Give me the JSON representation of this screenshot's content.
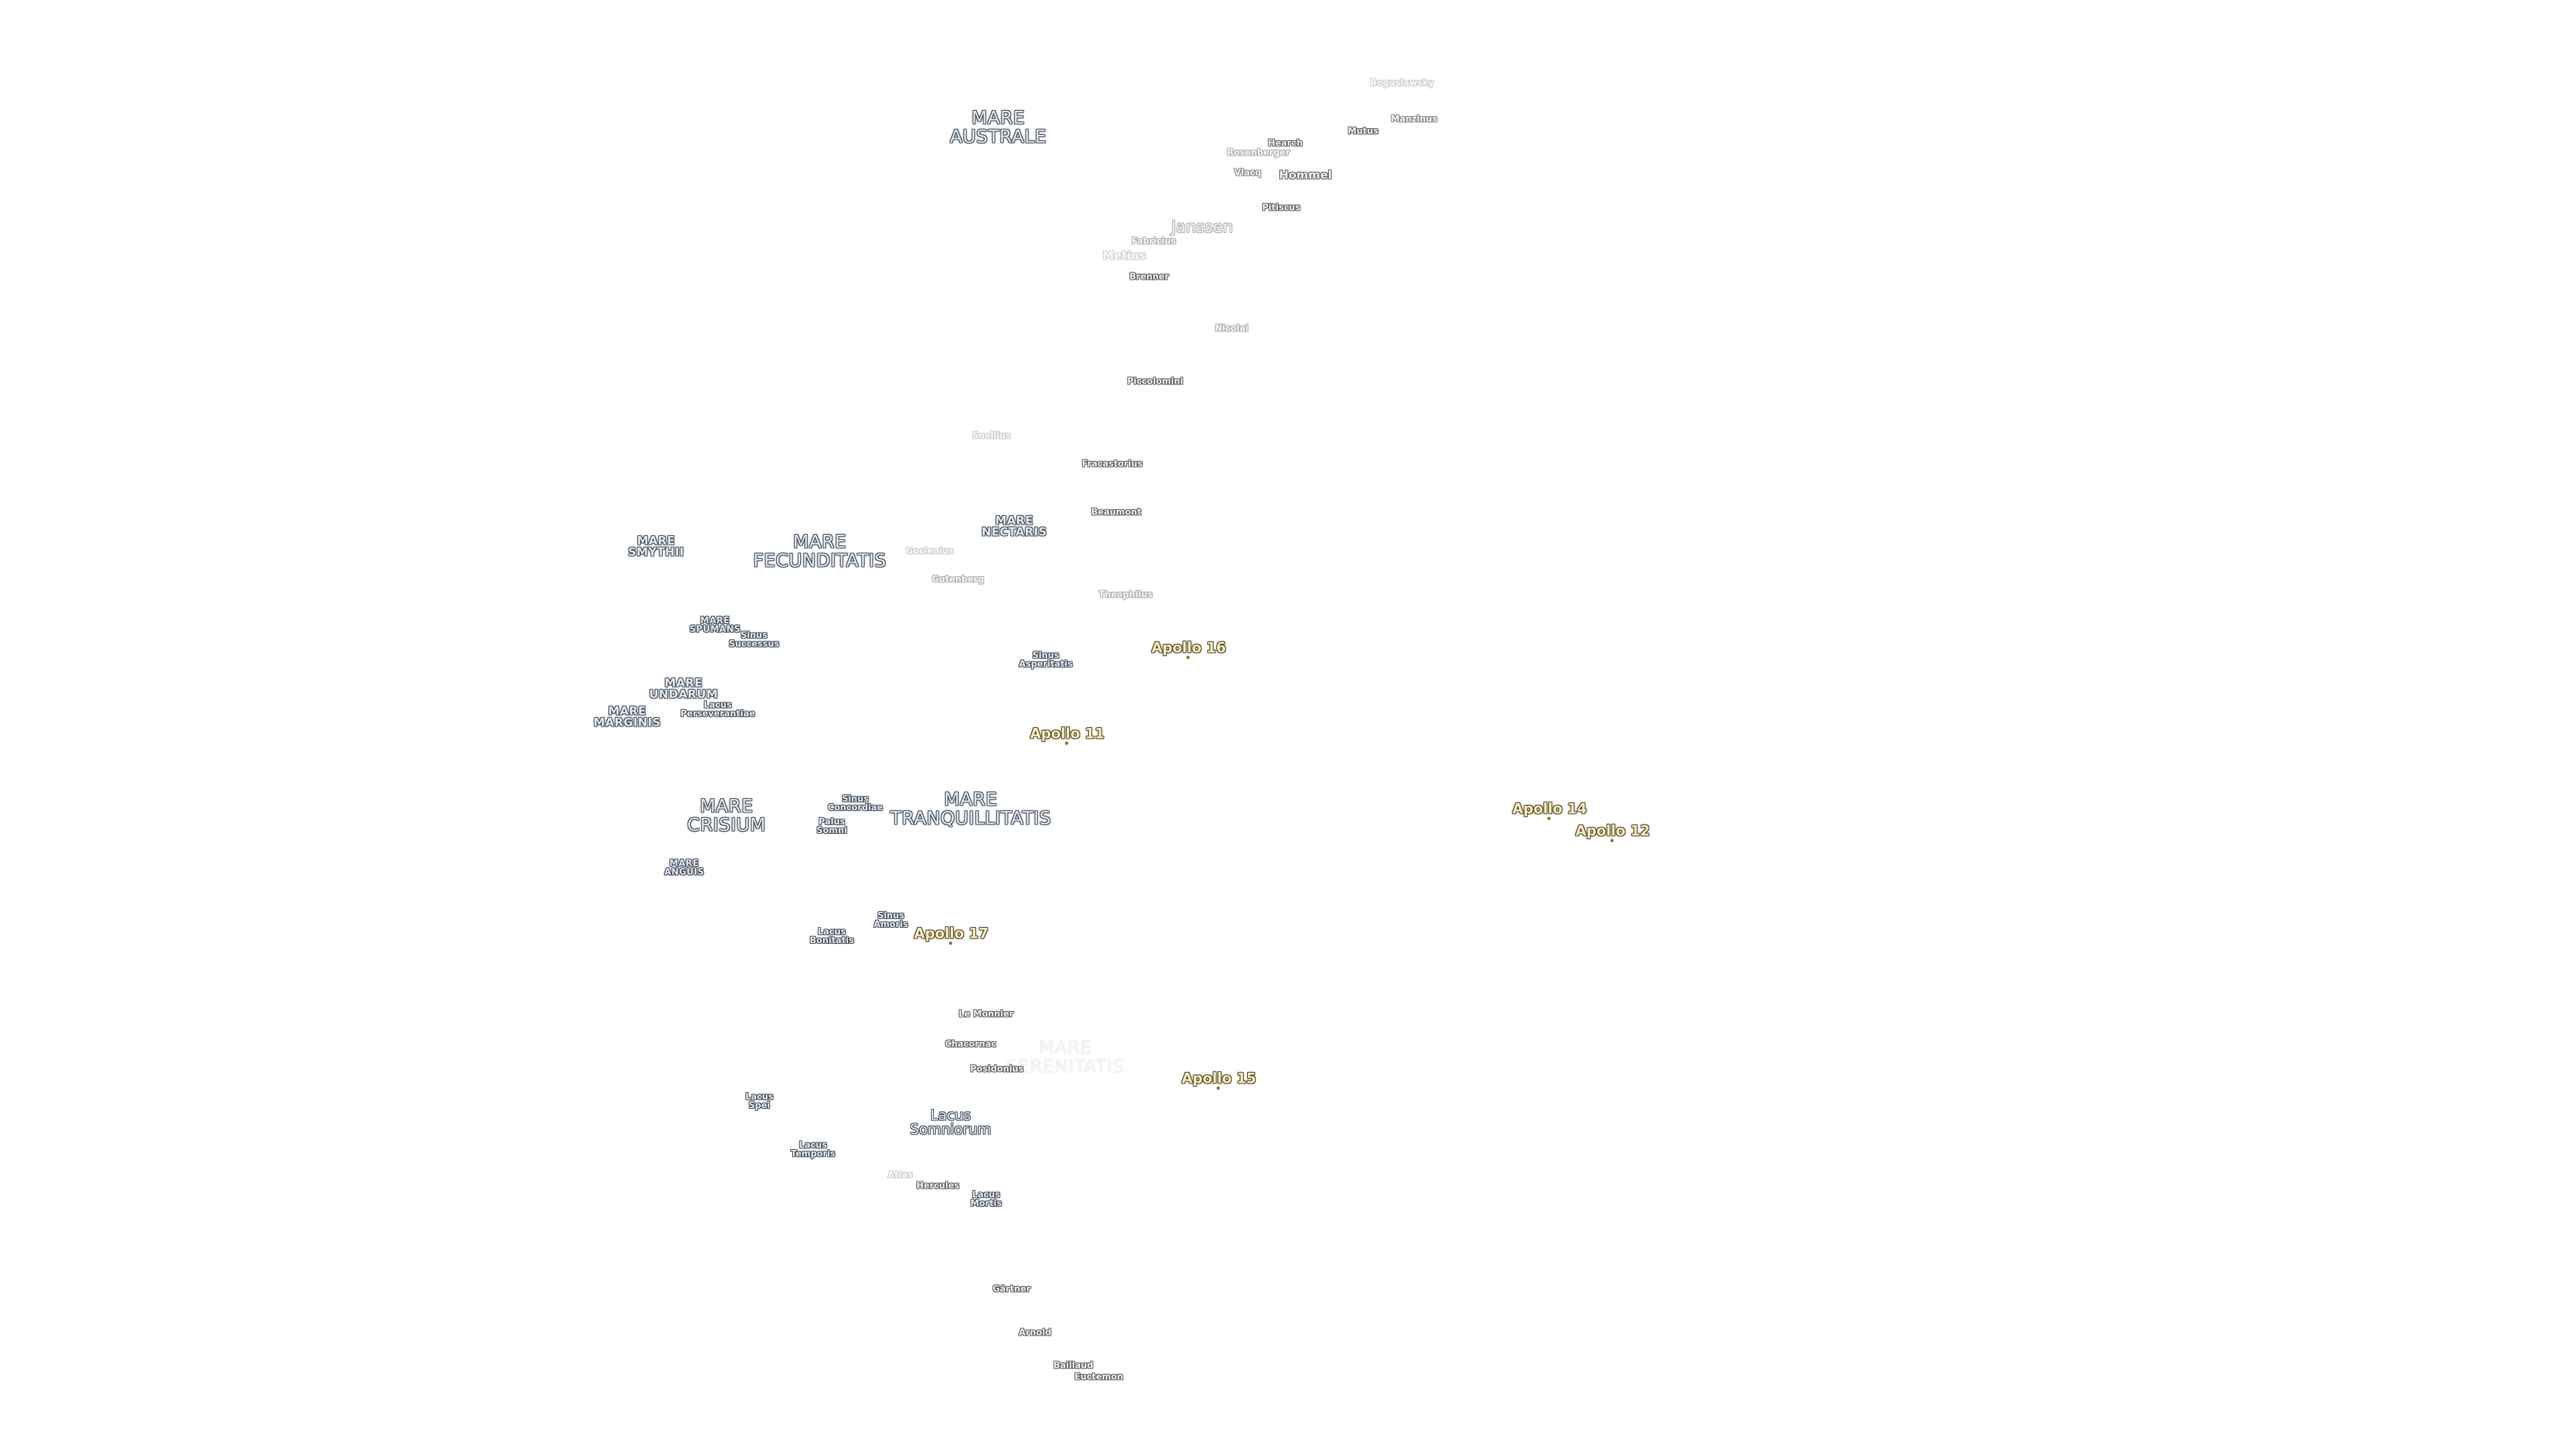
{
  "labels": {
    "mare_australe": "MARE\nAUSTRALE",
    "mare_smythii": "MARE\nSMYTHII",
    "mare_fecunditatis": "MARE\nFECUNDITATIS",
    "mare_nectaris": "MARE\nNECTARIS",
    "mare_spumans": "MARE\nSPUMANS",
    "mare_undarum": "MARE\nUNDARUM",
    "mare_marginis": "MARE\nMARGINIS",
    "mare_crisium": "MARE\nCRISIUM",
    "mare_tranquillitatis": "MARE\nTRANQUILLITATIS",
    "mare_anguis": "MARE\nANGUIS",
    "mare_serenitatis": "MARE\nSERENITATIS",
    "sinus_successus": "Sinus\nSuccessus",
    "lacus_perseverantiae": "Lacus\nPerseverantiae",
    "sinus_asperitatis": "Sinus\nAsperitatis",
    "sinus_concordiae": "Sinus\nConcordiae",
    "palus_somni": "Palus\nSomni",
    "sinus_amoris": "Sinus\nAmoris",
    "lacus_bonitatis": "Lacus\nBonitatis",
    "lacus_spei": "Lacus\nSpei",
    "lacus_somniorum": "Lacus\nSomniorum",
    "lacus_temporis": "Lacus\nTemporis",
    "lacus_mortis": "Lacus\nMortis",
    "boguslawsky": "Boguslawsky",
    "manzinus": "Manzinus",
    "molaeus": "Mutus",
    "hearch": "Hearch",
    "rosenberger": "Rosenberger",
    "vlacq": "Vlacq",
    "hommel": "Hommel",
    "pitiscus": "Pitiscus",
    "janssen": "Janssen",
    "fabricius": "Fabricius",
    "metius": "Metius",
    "brenner": "Brenner",
    "nicolai": "Nicolai",
    "piccolomini": "Piccolomini",
    "snellius": "Snellius",
    "fracastorius": "Fracastorius",
    "beaumont": "Beaumont",
    "goclenius": "Goclenius",
    "gutenberg": "Gutenberg",
    "theophilus": "Theophilus",
    "le_monnier": "Le Monnier",
    "chacornac": "Chacornac",
    "posidonius": "Posidonius",
    "atlas": "Atlas",
    "hercules": "Hercules",
    "gartner": "Gärtner",
    "arnold": "Arnold",
    "baillaud": "Baillaud",
    "euctemon": "Euctemon",
    "apollo_16": "Apollo 16",
    "apollo_11": "Apollo 11",
    "apollo_14": "Apollo 14",
    "apollo_12": "Apollo 12",
    "apollo_17": "Apollo 17",
    "apollo_15": "Apollo 15"
  }
}
